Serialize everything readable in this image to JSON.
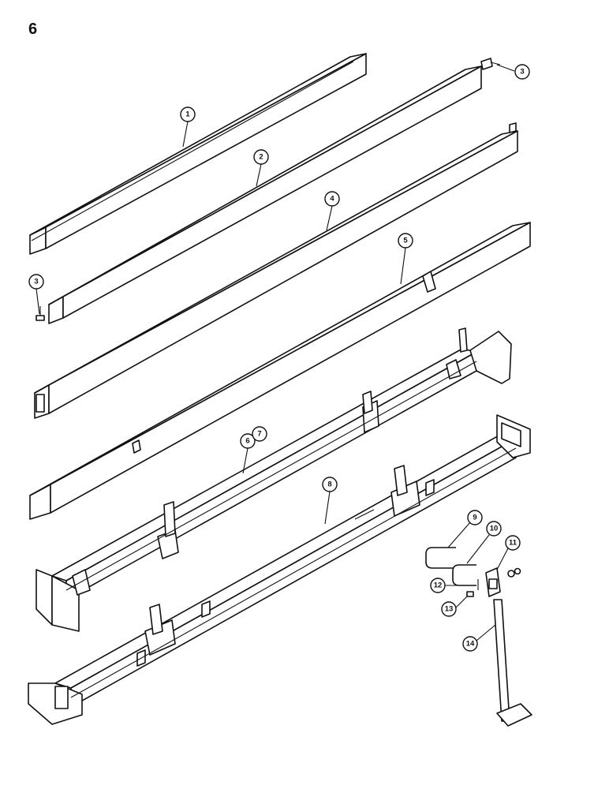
{
  "page": {
    "number": "6"
  },
  "callouts": {
    "c1": "1",
    "c2": "2",
    "c3a": "3",
    "c3b": "3",
    "c4": "4",
    "c5": "5",
    "c6": "6",
    "c7": "7",
    "c8": "8",
    "c9": "9",
    "c10": "10",
    "c11": "11",
    "c12": "12",
    "c13": "13",
    "c14": "14"
  }
}
